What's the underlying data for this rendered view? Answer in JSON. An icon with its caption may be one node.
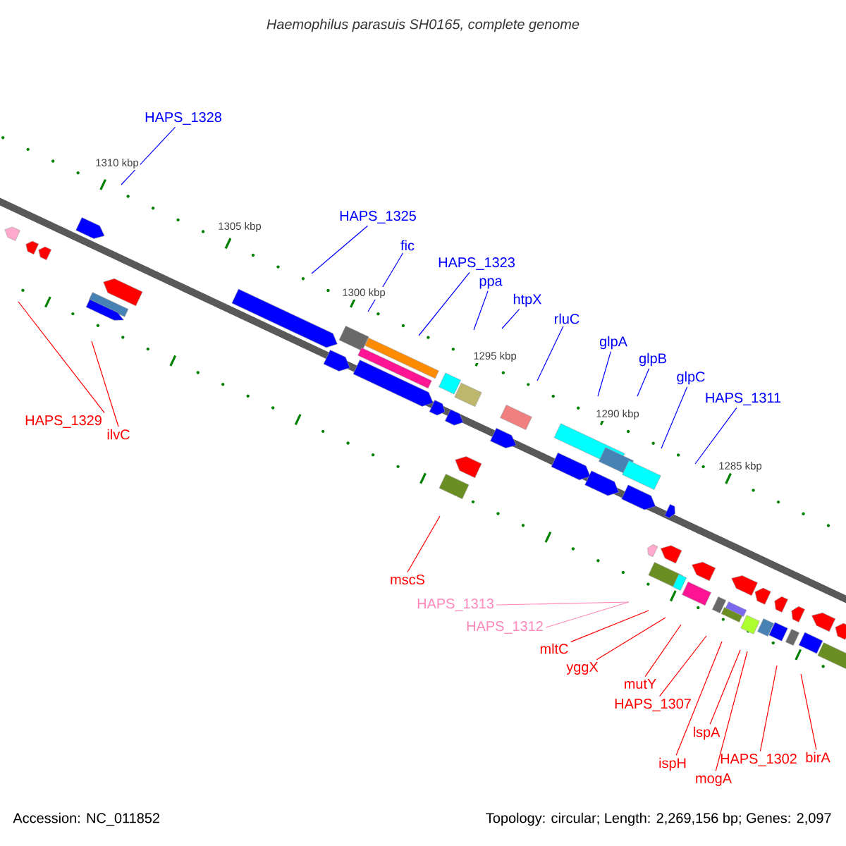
{
  "diagram": {
    "title": "Haemophilus parasuis SH0165, complete genome",
    "nodes": [
      {
        "text": [
          "HAPS_1328"
        ]
      },
      {
        "text": [
          "HAPS_1325"
        ]
      },
      {
        "text": [
          "fic"
        ]
      },
      {
        "text": [
          "HAPS_1323"
        ]
      },
      {
        "text": [
          "ppa"
        ]
      },
      {
        "text": [
          "htpX"
        ]
      },
      {
        "text": [
          "rluC"
        ]
      },
      {
        "text": [
          "glpA"
        ]
      },
      {
        "text": [
          "glpB"
        ]
      },
      {
        "text": [
          "glpC"
        ]
      },
      {
        "text": [
          "HAPS_1311"
        ]
      },
      {
        "text": [
          "HAPS_1329"
        ]
      },
      {
        "text": [
          "ilvC"
        ]
      },
      {
        "text": [
          "mscS"
        ]
      },
      {
        "text": [
          "HAPS_1313"
        ]
      },
      {
        "text": [
          "HAPS_1312"
        ]
      },
      {
        "text": [
          "mltC"
        ]
      },
      {
        "text": [
          "yggX"
        ]
      },
      {
        "text": [
          "mutY"
        ]
      },
      {
        "text": [
          "HAPS_1307"
        ]
      },
      {
        "text": [
          "lspA"
        ]
      },
      {
        "text": [
          "HAPS_1302"
        ]
      },
      {
        "text": [
          "birA"
        ]
      },
      {
        "text": [
          "ispH"
        ]
      },
      {
        "text": [
          "mogA"
        ]
      }
    ],
    "edges": [
      {
        "from": 0,
        "to": null,
        "arrow": "none",
        "color": "#0000ff"
      },
      {
        "from": 1,
        "to": null,
        "arrow": "none",
        "color": "#0000ff"
      },
      {
        "from": 2,
        "to": null,
        "arrow": "none",
        "color": "#0000ff"
      },
      {
        "from": 3,
        "to": null,
        "arrow": "none",
        "color": "#0000ff"
      },
      {
        "from": 4,
        "to": null,
        "arrow": "none",
        "color": "#0000ff"
      },
      {
        "from": 5,
        "to": null,
        "arrow": "none",
        "color": "#0000ff"
      },
      {
        "from": 6,
        "to": null,
        "arrow": "none",
        "color": "#0000ff"
      },
      {
        "from": 7,
        "to": null,
        "arrow": "none",
        "color": "#0000ff"
      },
      {
        "from": 8,
        "to": null,
        "arrow": "none",
        "color": "#0000ff"
      },
      {
        "from": 9,
        "to": null,
        "arrow": "none",
        "color": "#0000ff"
      },
      {
        "from": 10,
        "to": null,
        "arrow": "none",
        "color": "#0000ff"
      },
      {
        "from": 11,
        "to": null,
        "arrow": "none"
      },
      {
        "from": 12,
        "to": null,
        "arrow": "none"
      },
      {
        "from": 13,
        "to": null,
        "arrow": "none"
      },
      {
        "from": 14,
        "to": null,
        "arrow": "none",
        "color": "#ff88bb"
      },
      {
        "from": 15,
        "to": null,
        "arrow": "none",
        "color": "#ff88bb"
      },
      {
        "from": 16,
        "to": null,
        "arrow": "none"
      },
      {
        "from": 17,
        "to": null,
        "arrow": "none"
      },
      {
        "from": 18,
        "to": null,
        "arrow": "none"
      },
      {
        "from": 19,
        "to": null,
        "arrow": "none"
      },
      {
        "from": 20,
        "to": null,
        "arrow": "none"
      },
      {
        "from": 21,
        "to": null,
        "arrow": "none"
      },
      {
        "from": 22,
        "to": null,
        "arrow": "none"
      },
      {
        "from": 23,
        "to": null,
        "arrow": "none"
      },
      {
        "from": 24,
        "to": null,
        "arrow": "none"
      }
    ],
    "labels": [
      "1310 kbp",
      "1305 kbp",
      "1300 kbp",
      "1295 kbp",
      "1290 kbp",
      "1285 kbp",
      "Accession: NC_011852",
      "Topology: circular; Length: 2,269,156 bp; Genes: 2,097"
    ]
  }
}
